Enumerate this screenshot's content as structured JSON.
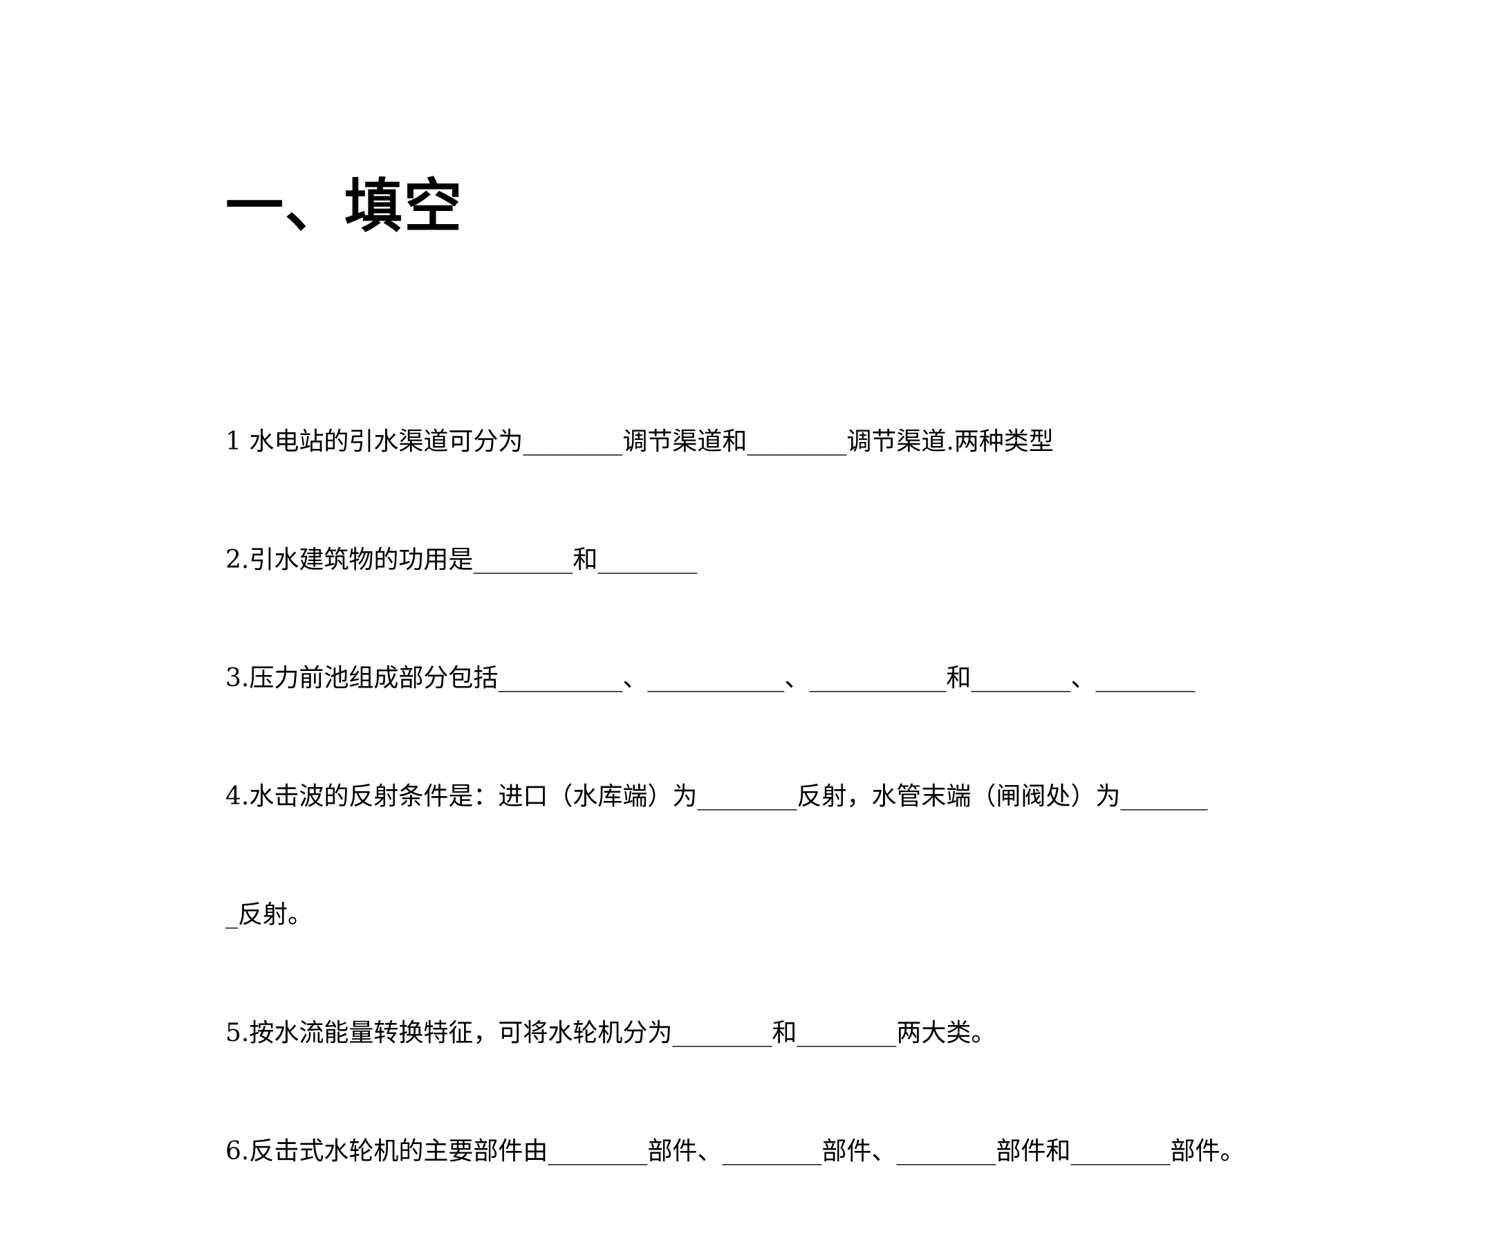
{
  "section": {
    "title": "一、填空"
  },
  "questions": [
    "1 水电站的引水渠道可分为________调节渠道和________调节渠道.两种类型",
    "2.引水建筑物的功用是________和________",
    "3.压力前池组成部分包括__________、___________、___________和________、________",
    "4.水击波的反射条件是：进口（水库端）为________反射，水管末端（闸阀处）为_______",
    "_反射。",
    "5.按水流能量转换特征，可将水轮机分为________和________两大类。",
    "6.反击式水轮机的主要部件由________部件、________部件、________部件和________部件。"
  ]
}
